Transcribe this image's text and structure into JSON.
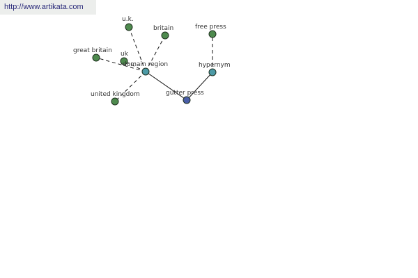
{
  "watermark": {
    "url": "http://www.artikata.com"
  },
  "colors": {
    "leaf": "#4e8a4e",
    "relation": "#4c9aa6",
    "focus": "#4a5ea8"
  },
  "nodes": {
    "uk_dot": {
      "label": "u.k."
    },
    "britain": {
      "label": "britain"
    },
    "free_press": {
      "label": "free press"
    },
    "great_britain": {
      "label": "great britain"
    },
    "uk": {
      "label": "uk"
    },
    "domain_region": {
      "label": "domain region"
    },
    "hypernym": {
      "label": "hypernym"
    },
    "gutter_press": {
      "label": "gutter press"
    },
    "united_kingdom": {
      "label": "united kingdom"
    }
  }
}
